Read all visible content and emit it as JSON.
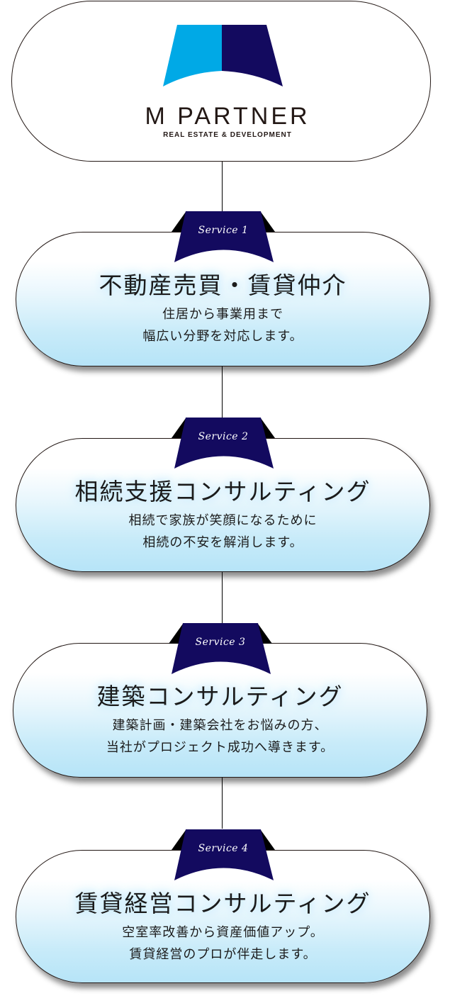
{
  "brand": {
    "name": "M PARTNER",
    "tagline": "REAL ESTATE & DEVELOPMENT",
    "colors": {
      "light_blue": "#00a9e6",
      "navy": "#130a5f"
    }
  },
  "ribbon_color": "#130a5f",
  "services": [
    {
      "badge": "Service 1",
      "title": "不動産売買・賃貸仲介",
      "desc_line1": "住居から事業用まで",
      "desc_line2": "幅広い分野を対応します。"
    },
    {
      "badge": "Service 2",
      "title": "相続支援コンサルティング",
      "desc_line1": "相続で家族が笑顔になるために",
      "desc_line2": "相続の不安を解消します。"
    },
    {
      "badge": "Service 3",
      "title": "建築コンサルティング",
      "desc_line1": "建築計画・建築会社をお悩みの方、",
      "desc_line2": "当社がプロジェクト成功へ導きます。"
    },
    {
      "badge": "Service 4",
      "title": "賃貸経営コンサルティング",
      "desc_line1": "空室率改善から資産価値アップ。",
      "desc_line2": "賃貸経営のプロが伴走します。"
    }
  ]
}
